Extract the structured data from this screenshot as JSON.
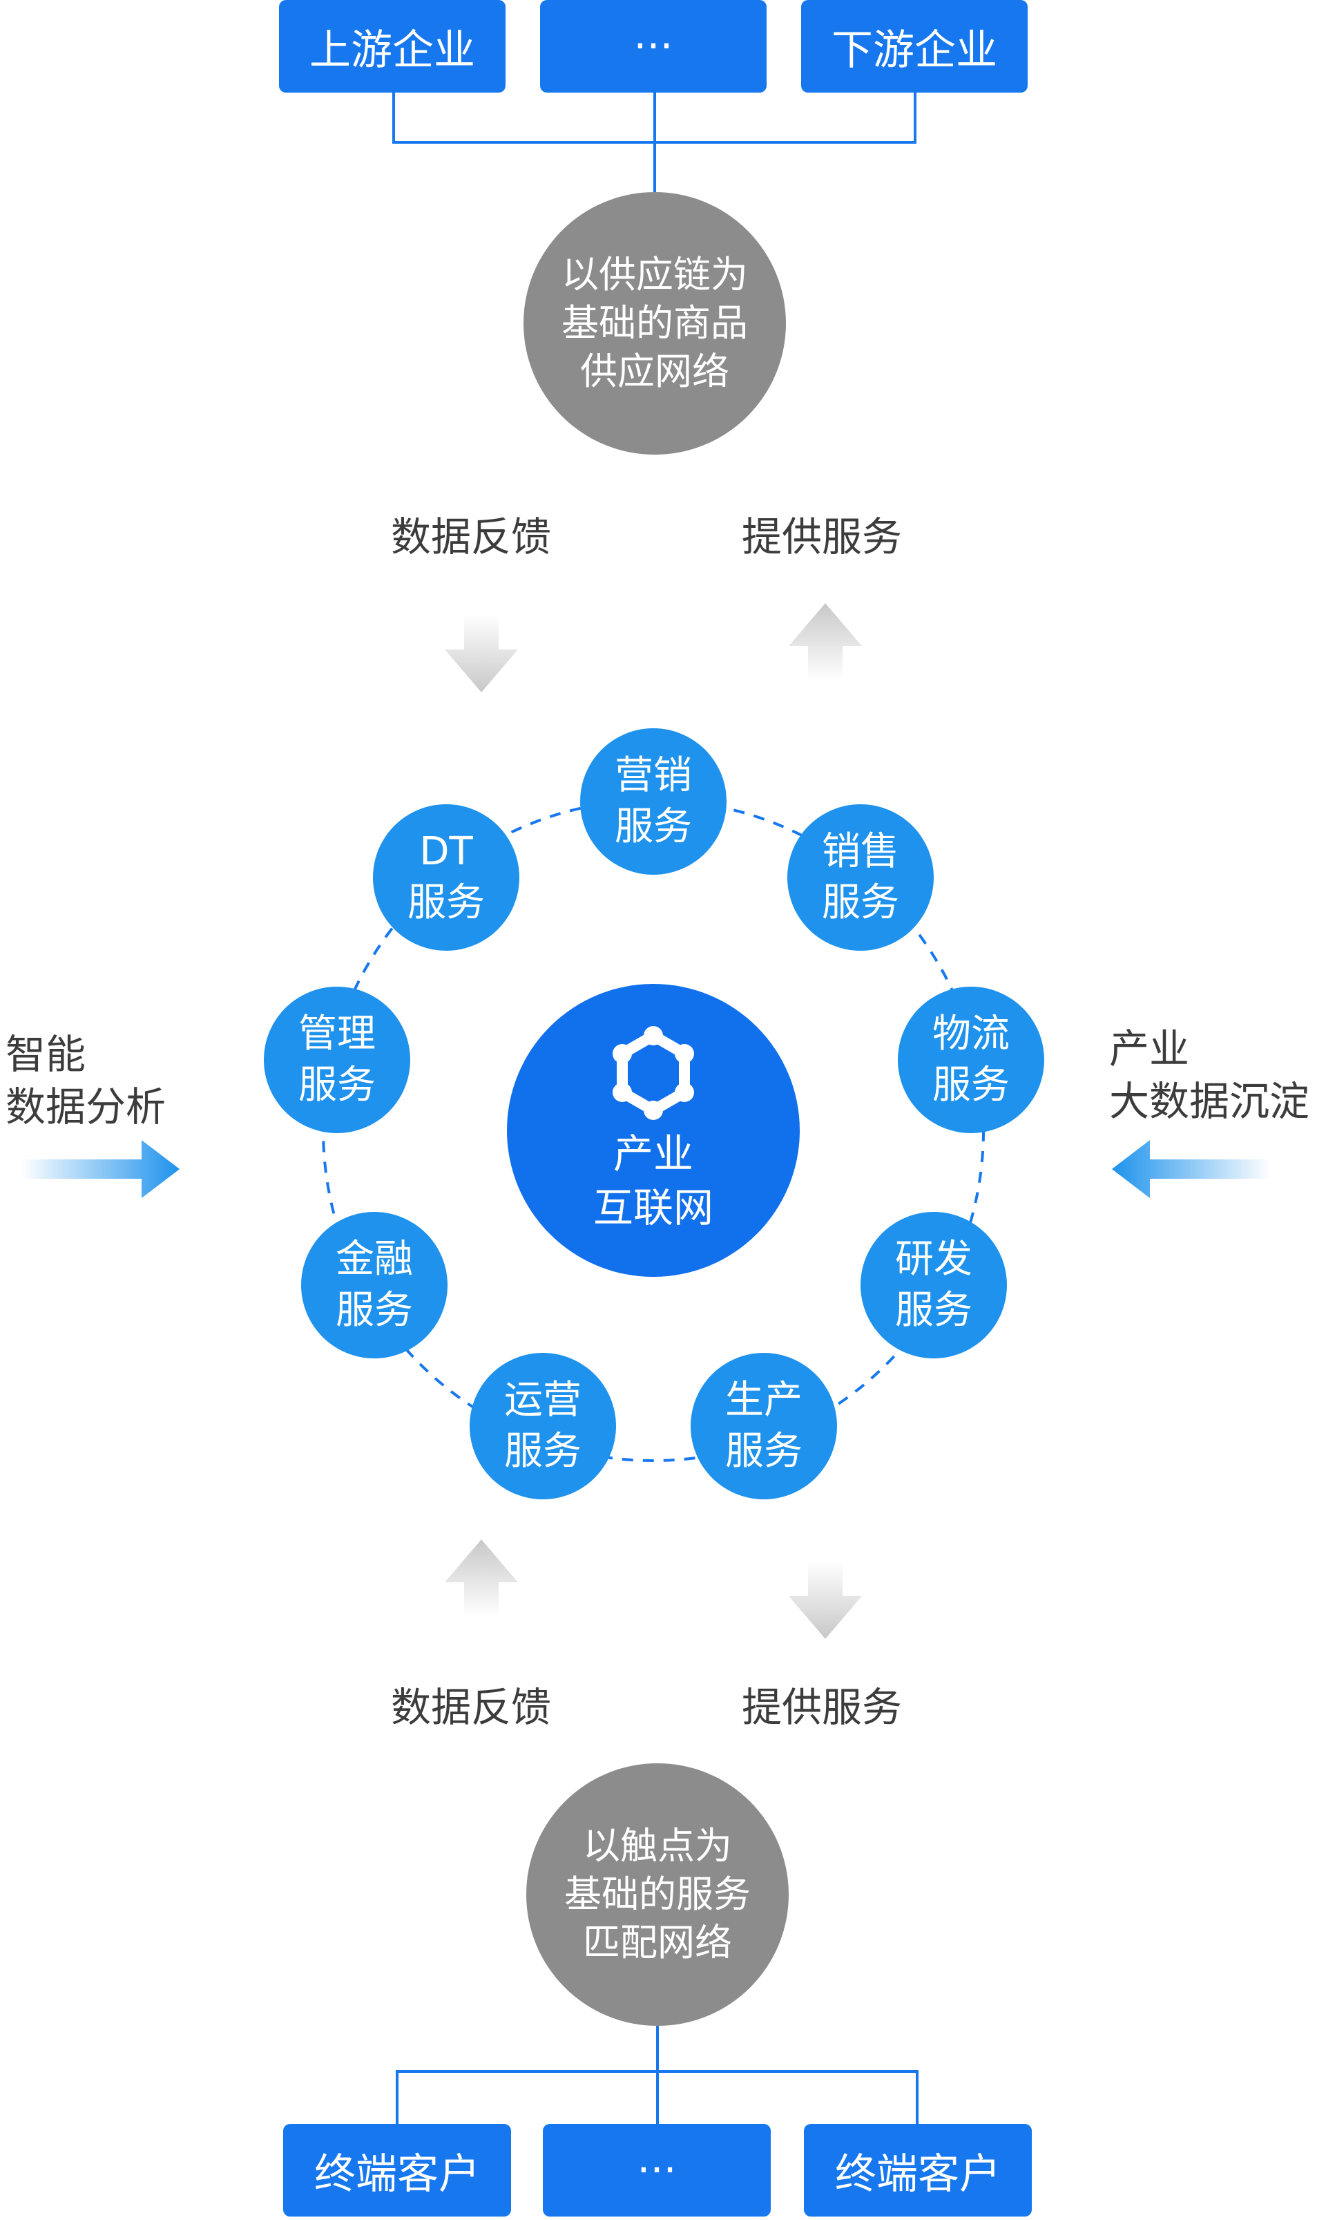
{
  "top": {
    "boxes": [
      "上游企业",
      "···",
      "下游企业"
    ],
    "circle_lines": [
      "以供应链为",
      "基础的商品",
      "供应网络"
    ]
  },
  "upper_labels": {
    "left": "数据反馈",
    "right": "提供服务"
  },
  "hub": {
    "icon": "hexagon-network-icon",
    "lines": [
      "产业",
      "互联网"
    ]
  },
  "services": [
    {
      "lines": [
        "营销",
        "服务"
      ]
    },
    {
      "lines": [
        "销售",
        "服务"
      ]
    },
    {
      "lines": [
        "物流",
        "服务"
      ]
    },
    {
      "lines": [
        "研发",
        "服务"
      ]
    },
    {
      "lines": [
        "生产",
        "服务"
      ]
    },
    {
      "lines": [
        "运营",
        "服务"
      ]
    },
    {
      "lines": [
        "金融",
        "服务"
      ]
    },
    {
      "lines": [
        "管理",
        "服务"
      ]
    },
    {
      "lines": [
        "DT",
        "服务"
      ]
    }
  ],
  "left_side": {
    "lines": [
      "智能",
      "数据分析"
    ]
  },
  "right_side": {
    "lines": [
      "产业",
      "大数据沉淀"
    ]
  },
  "lower_labels": {
    "left": "数据反馈",
    "right": "提供服务"
  },
  "bottom": {
    "circle_lines": [
      "以触点为",
      "基础的服务",
      "匹配网络"
    ],
    "boxes": [
      "终端客户",
      "···",
      "终端客户"
    ]
  },
  "colors": {
    "box_blue": "#1677ef",
    "service_blue": "#1e92ec",
    "hub_blue": "#1170ec",
    "grey": "#8c8c8c",
    "connector": "#1677ef",
    "dashed_ring": "#1677ef"
  }
}
